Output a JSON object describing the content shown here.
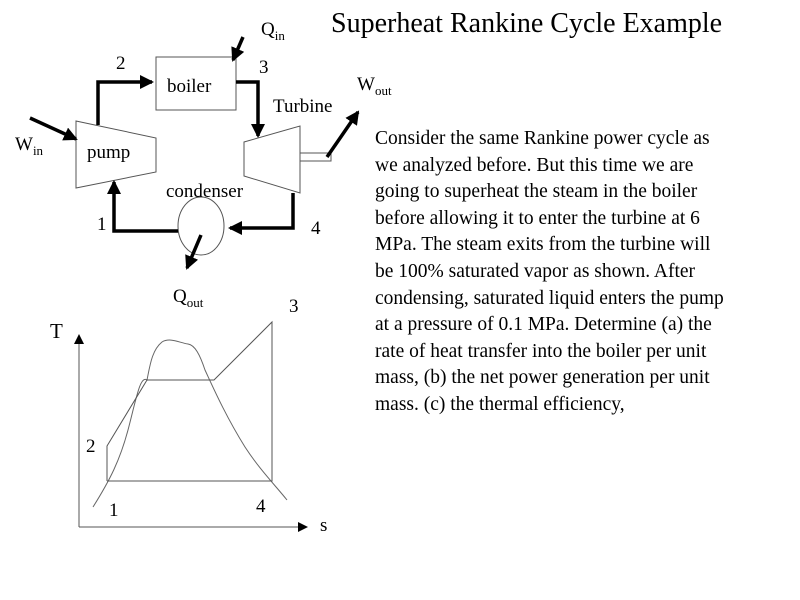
{
  "slide": {
    "title": "Superheat Rankine Cycle Example",
    "paragraph_lines": [
      "Consider the same Rankine power cycle as",
      "we analyzed before.  But this time we are",
      "going to superheat the steam in the boiler",
      "before allowing it to enter the turbine at 6",
      "MPa.   The steam exits from the turbine will",
      "be 100% saturated vapor as shown.  After",
      "condensing, saturated liquid enters the pump",
      "at a pressure of 0.1 MPa.  Determine (a) the",
      "rate of heat transfer into the boiler per unit",
      "mass, (b) the net power generation per unit",
      "mass. (c) the thermal efficiency,"
    ]
  },
  "cycle_diagram": {
    "components": {
      "boiler": "boiler",
      "pump": "pump",
      "turbine": "Turbine",
      "condenser": "condenser"
    },
    "energy_labels": {
      "q_in": {
        "base": "Q",
        "sub": "in"
      },
      "q_out": {
        "base": "Q",
        "sub": "out"
      },
      "w_in": {
        "base": "W",
        "sub": "in"
      },
      "w_out": {
        "base": "W",
        "sub": "out"
      }
    },
    "state_points": [
      "1",
      "2",
      "3",
      "4"
    ]
  },
  "ts_diagram": {
    "y_axis_label": "T",
    "x_axis_label": "s",
    "state_points": [
      "1",
      "2",
      "3",
      "4"
    ]
  }
}
